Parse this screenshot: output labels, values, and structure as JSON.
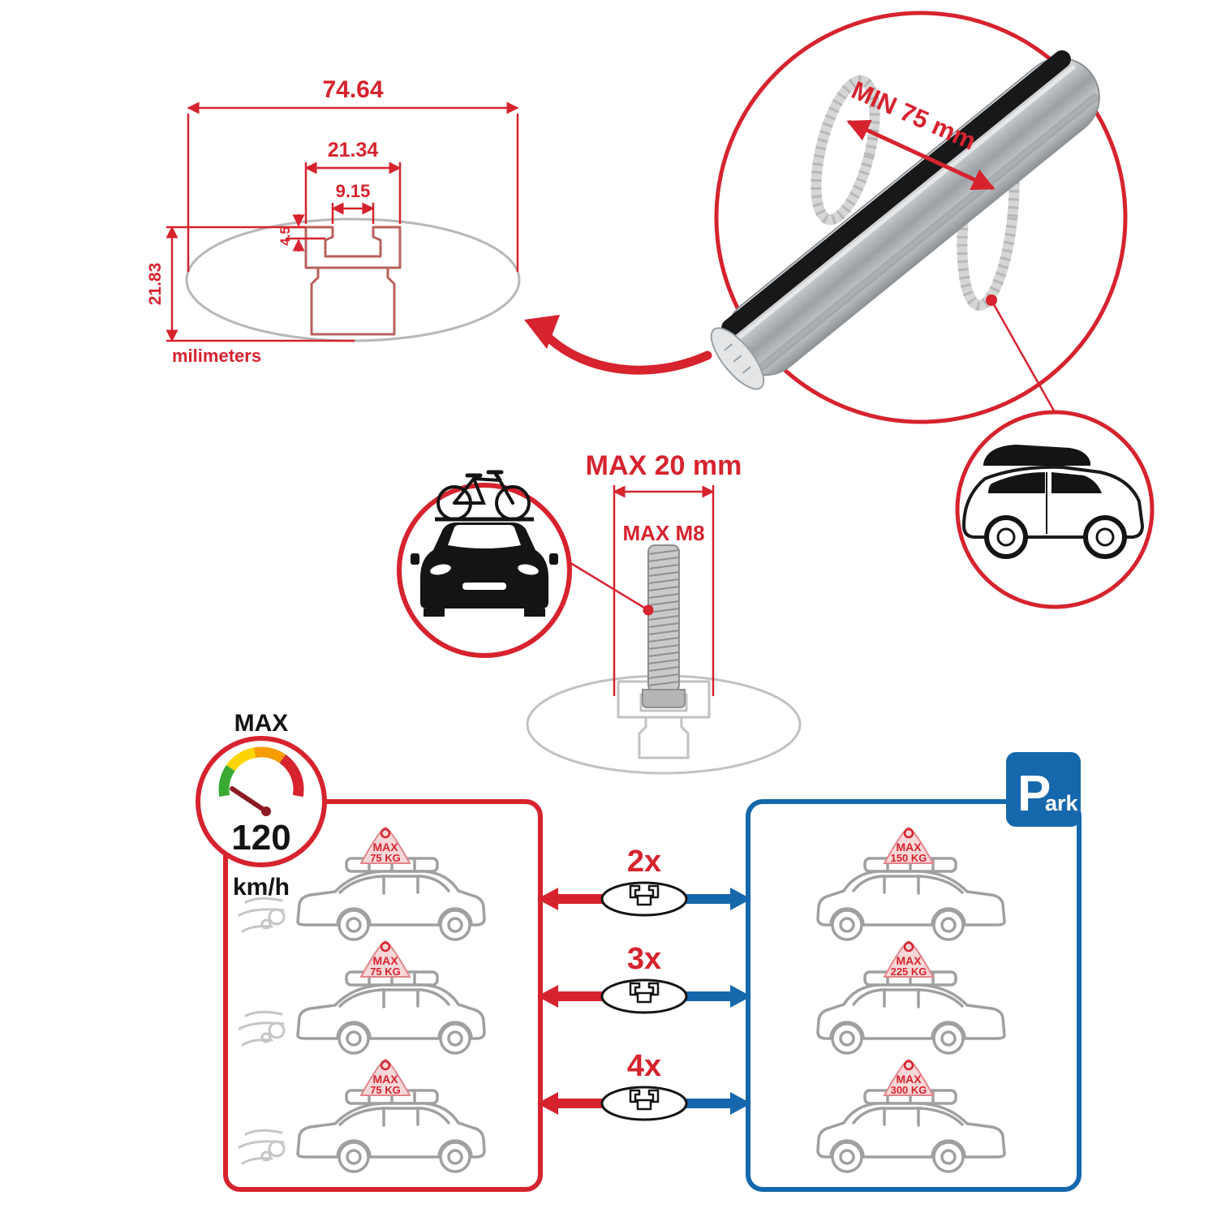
{
  "colors": {
    "accent_red": "#d6232e",
    "accent_blue": "#1668ac",
    "sketch_gray": "#a0a0a0",
    "profile_gray": "#c2c2c2",
    "ink": "#141414",
    "badge_pink": "#f7d7d8",
    "gauge_green": "#3aaa35",
    "gauge_yellow": "#ffd500",
    "gauge_orange": "#f59c00",
    "gauge_red": "#d6232e"
  },
  "cross_section": {
    "total_width": "74.64",
    "flange_width": "21.34",
    "slot_width": "9.15",
    "lip_depth": "4.5",
    "profile_height": "21.83",
    "units_label": "milimeters"
  },
  "bar_detail": {
    "min_spacing_label": "MIN 75 mm"
  },
  "bolt": {
    "max_width_label": "MAX 20 mm",
    "max_thread_label": "MAX M8"
  },
  "speed_gauge": {
    "top_label": "MAX",
    "value": "120",
    "unit_label": "km/h"
  },
  "crossbar_options": [
    {
      "label": "2x"
    },
    {
      "label": "3x"
    },
    {
      "label": "4x"
    }
  ],
  "driving_panel": {
    "cars": [
      {
        "badge_title": "MAX",
        "badge_load": "75 KG"
      },
      {
        "badge_title": "MAX",
        "badge_load": "75 KG"
      },
      {
        "badge_title": "MAX",
        "badge_load": "75 KG"
      }
    ]
  },
  "parking_panel": {
    "sign_main": "P",
    "sign_suffix": "ark",
    "cars": [
      {
        "badge_title": "MAX",
        "badge_load": "150 KG"
      },
      {
        "badge_title": "MAX",
        "badge_load": "225 KG"
      },
      {
        "badge_title": "MAX",
        "badge_load": "300 KG"
      }
    ]
  }
}
